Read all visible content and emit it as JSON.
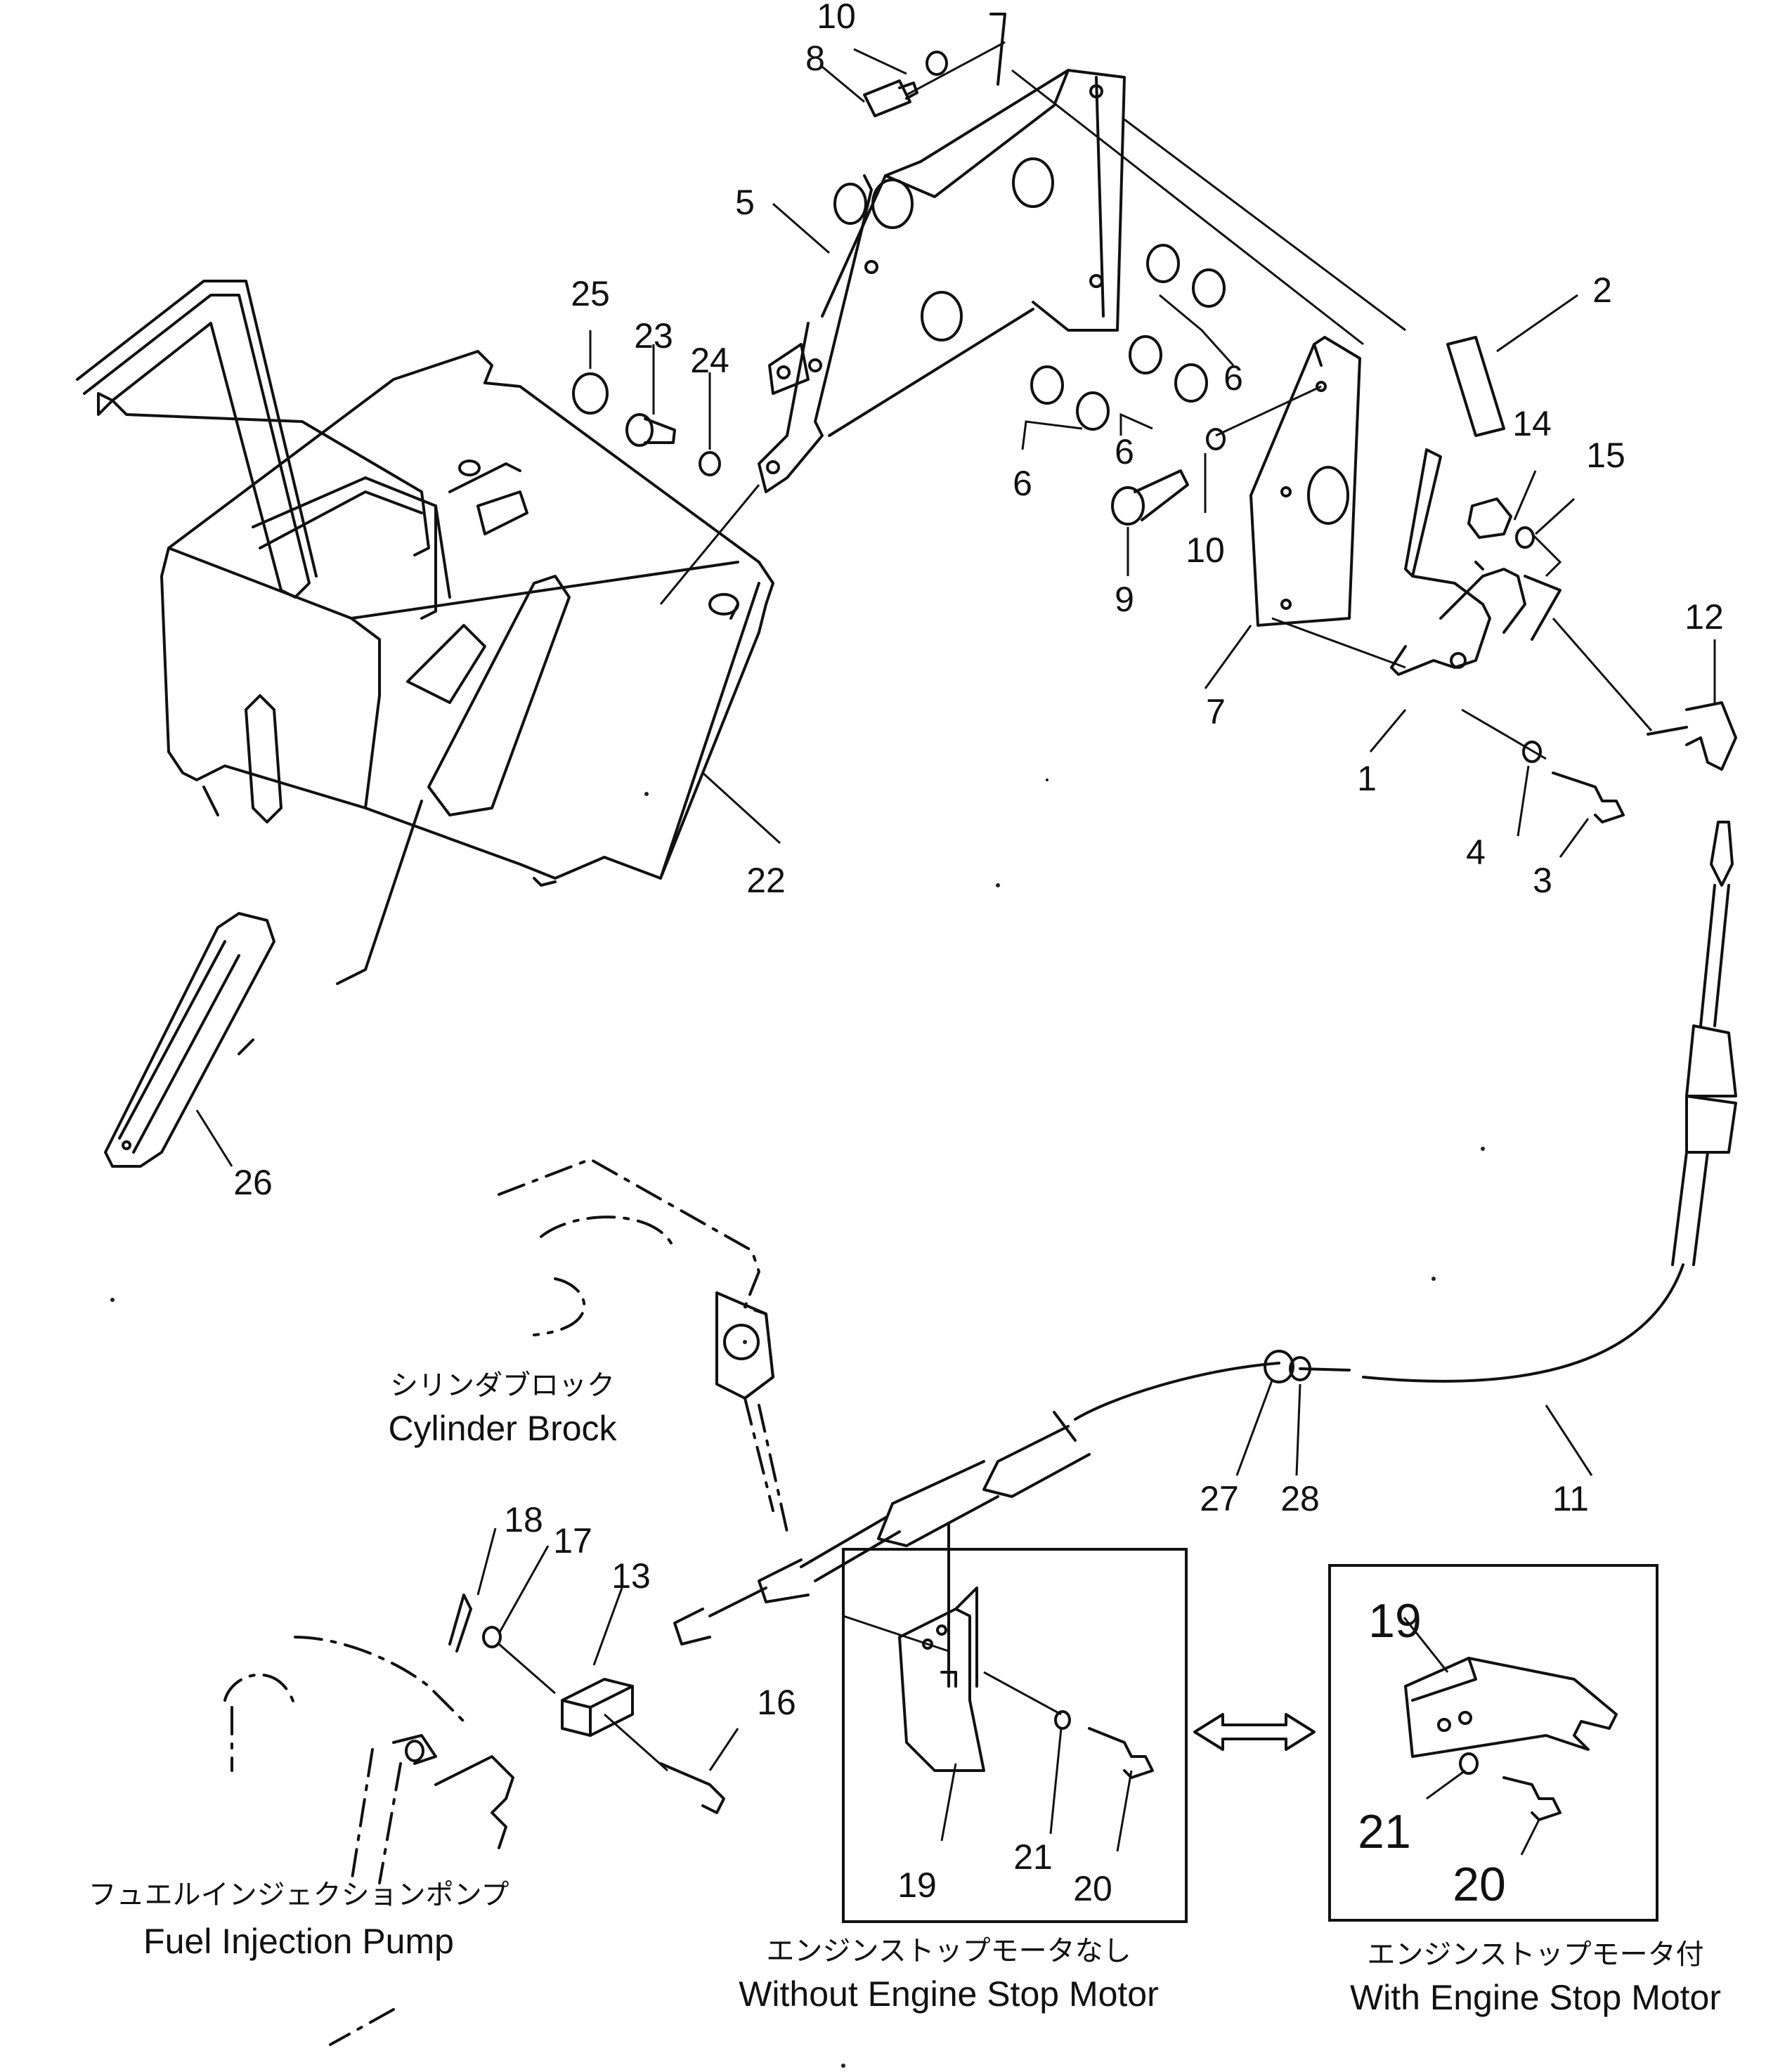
{
  "callouts": [
    "10",
    "8",
    "5",
    "25",
    "23",
    "24",
    "6",
    "6",
    "6",
    "9",
    "10",
    "2",
    "14",
    "15",
    "12",
    "7",
    "1",
    "4",
    "3",
    "22",
    "26",
    "27",
    "28",
    "11",
    "18",
    "17",
    "13",
    "16",
    "19",
    "21",
    "20"
  ],
  "inset_callouts": {
    "part_19": "19",
    "part_21": "21",
    "part_20": "20"
  },
  "captions": {
    "cylinder_block": {
      "jp": "シリンダブロック",
      "en": "Cylinder Brock"
    },
    "fuel_pump": {
      "jp": "フュエルインジェクションポンプ",
      "en": "Fuel Injection Pump"
    },
    "without_motor": {
      "jp": "エンジンストップモータなし",
      "en": "Without Engine Stop Motor"
    },
    "with_motor": {
      "jp": "エンジンストップモータ付",
      "en": "With Engine Stop Motor"
    }
  }
}
